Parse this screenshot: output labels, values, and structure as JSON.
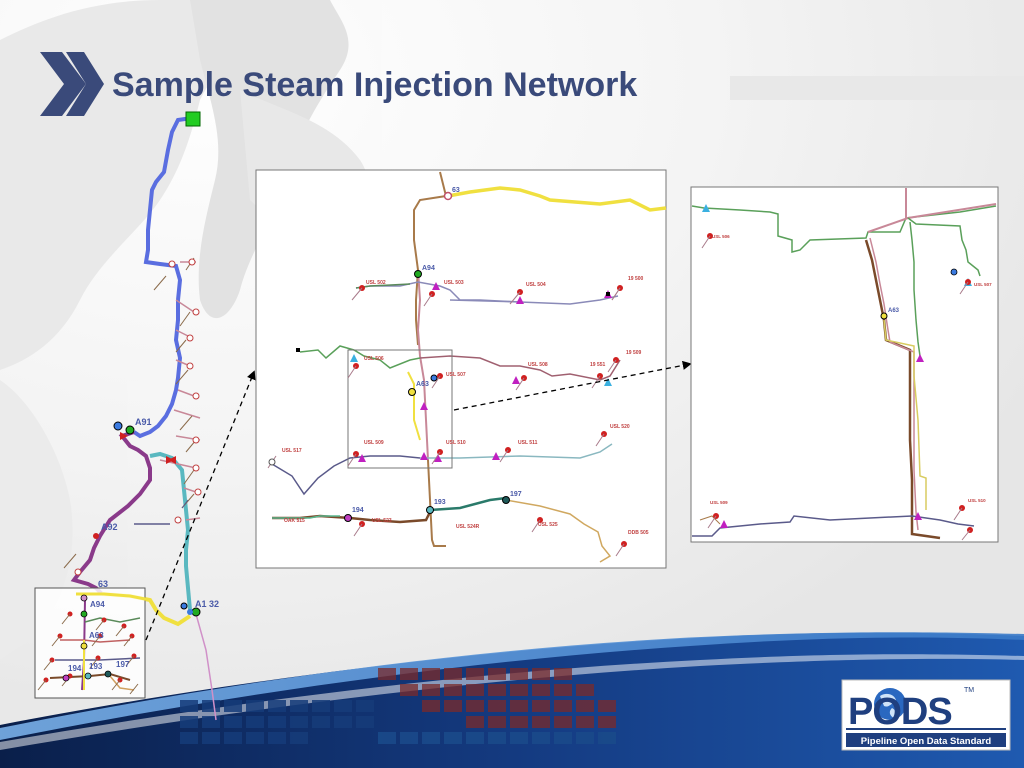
{
  "slide": {
    "title": "Sample Steam Injection Network"
  },
  "logo": {
    "word": "PODS",
    "trademark": "TM",
    "tagline": "Pipeline Open Data Standard"
  },
  "overview_map": {
    "labels": [
      {
        "text": "A91",
        "color": "#4a5aa8"
      },
      {
        "text": "A92",
        "color": "#4a5aa8"
      },
      {
        "text": "63",
        "color": "#4a5aa8"
      },
      {
        "text": "A94",
        "color": "#4a5aa8"
      },
      {
        "text": "A63",
        "color": "#4a5aa8"
      },
      {
        "text": "A1 32",
        "color": "#4a5aa8"
      },
      {
        "text": "194",
        "color": "#4a5aa8"
      },
      {
        "text": "193",
        "color": "#4a5aa8"
      },
      {
        "text": "197",
        "color": "#4a5aa8"
      }
    ]
  },
  "detail_map_1": {
    "node_labels": [
      "63",
      "A94",
      "A63",
      "194",
      "193",
      "197"
    ],
    "well_labels": [
      "USL 502",
      "USL 503",
      "USL 504",
      "19 500",
      "19 509",
      "USL 506",
      "USL 507",
      "USL 508",
      "19 551",
      "USL 517",
      "USL 509",
      "USL 510",
      "USL 511",
      "USL 520",
      "OAK 515",
      "USL 523",
      "USL 524R",
      "USL 525",
      "DDB 505"
    ]
  },
  "detail_map_2": {
    "node_labels": [
      "A63"
    ],
    "well_labels": [
      "USL 506",
      "USL 507",
      "USL 509",
      "USL 510"
    ]
  },
  "colors": {
    "title": "#3a4a7a",
    "network_blue": "#5a6ee0",
    "network_purple": "#8a3a8a",
    "network_teal": "#5ab8c0",
    "network_yellow": "#f0e040",
    "network_brown": "#7a4a2a",
    "network_pink": "#c88898",
    "network_green": "#5aa05a",
    "network_slate": "#5a5a8a",
    "source_green": "#22cc22",
    "well_red": "#d02020",
    "footer_dark": "#0f2a5a",
    "footer_mid": "#1f4fa0",
    "logo_blue": "#1f3f7f"
  },
  "icons": [
    "double-chevron-icon",
    "source-square-icon",
    "wellhead-marker-icon",
    "well-symbol-icon",
    "valve-triangle-icon",
    "globe-icon"
  ]
}
